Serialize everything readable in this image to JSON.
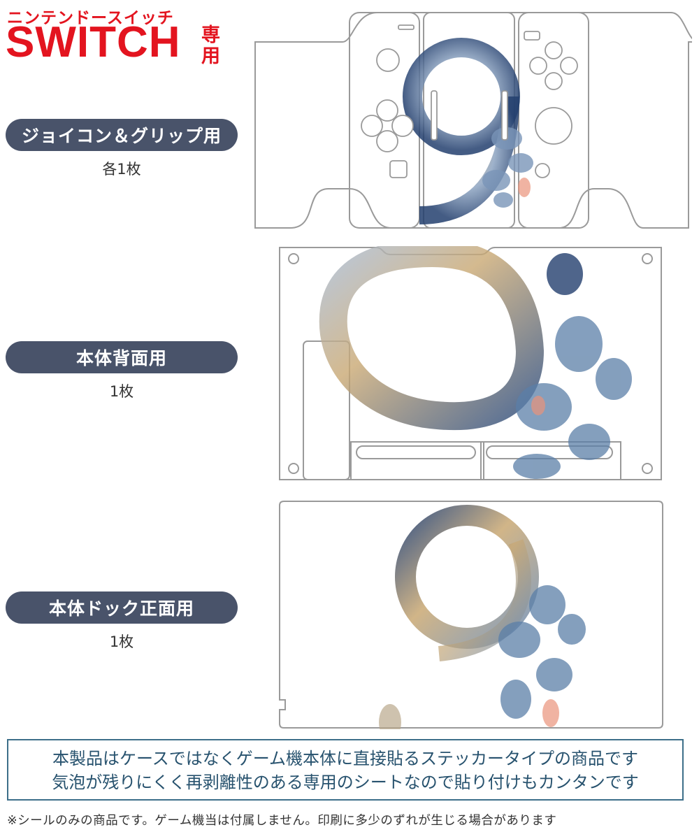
{
  "brand": {
    "top": "ニンテンドースイッチ",
    "main": "SWITCH",
    "side": "専用"
  },
  "sections": [
    {
      "label": "ジョイコン＆グリップ用",
      "count": "各1枚"
    },
    {
      "label": "本体背面用",
      "count": "1枚"
    },
    {
      "label": "本体ドック正面用",
      "count": "1枚"
    }
  ],
  "design": {
    "motif": "watercolor-number-9-with-seashells",
    "colors": {
      "navy": "#233f6e",
      "blue": "#5b7fa8",
      "gold": "#c9a873",
      "coral": "#e9937a",
      "outline": "#9a9a9a"
    }
  },
  "notice": [
    "本製品はケースではなくゲーム機本体に直接貼るステッカータイプの商品です",
    "気泡が残りにくく再剥離性のある専用のシートなので貼り付けもカンタンです"
  ],
  "footnote": "※シールのみの商品です。ゲーム機当は付属しません。印刷に多少のずれが生じる場合があります",
  "accent": {
    "red": "#e3141f",
    "pill": "#49536a",
    "notice_border": "#3d6f8a"
  }
}
